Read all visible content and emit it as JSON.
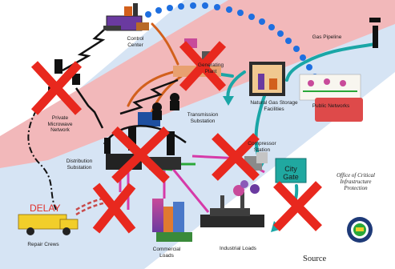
{
  "labels": {
    "control_center": "Control Center",
    "generating_plant": "Generating Plant",
    "transmission_substation": "Transmission Substation",
    "private_microwave_network": "Private Microwave Network",
    "distribution_substation": "Distribution Substation",
    "gas_pipeline": "Gas Pipeline",
    "natural_gas_storage": "Natural Gas Storage Facilities",
    "public_networks": "Public Networks",
    "compressor_station": "Compressor Station",
    "city_gate": "City Gate",
    "office": "Office of Critical Infrastructure Protection",
    "repair_crews": "Repair Crews",
    "delay": "DELAY",
    "commercial_loads": "Commercial Loads",
    "industrial_loads": "Industrial Loads",
    "source": "Source"
  },
  "colors": {
    "pink_band": "#f2b8ba",
    "blue_band": "#d6e4f4",
    "x_red": "#e8281e",
    "dots_blue": "#1e6fe0",
    "gas_teal": "#1aa6a6",
    "power_orange": "#d2601c",
    "magenta_line": "#d63aa8",
    "green_line": "#2aa838",
    "wire_black": "#111111"
  }
}
